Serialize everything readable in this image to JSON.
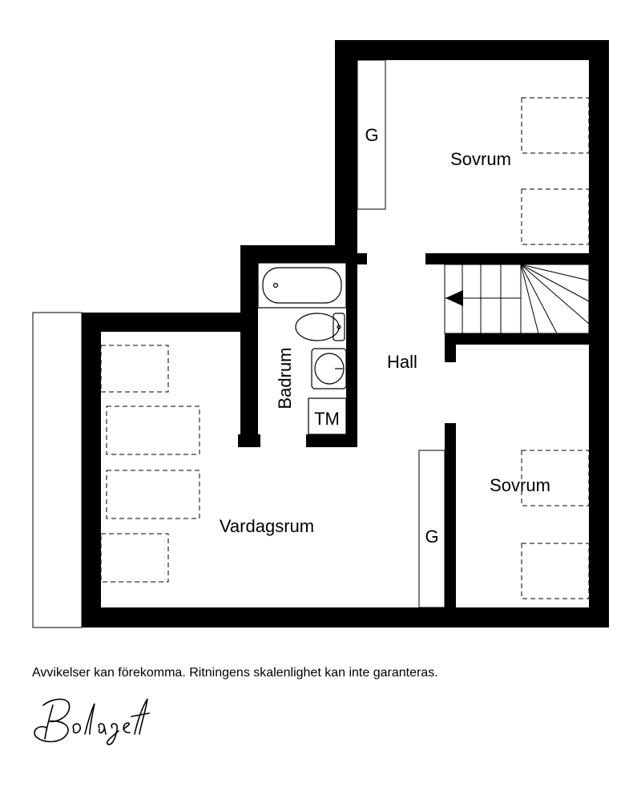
{
  "rooms": {
    "sovrum_top": "Sovrum",
    "sovrum_bottom": "Sovrum",
    "hall": "Hall",
    "badrum": "Badrum",
    "vardagsrum": "Vardagsrum",
    "tm": "TM",
    "closet_top": "G",
    "closet_bottom": "G"
  },
  "disclaimer": "Avvikelser kan förekomma. Ritningens skalenlighet kan inte garanteras.",
  "logo_text": "Bolaget",
  "colors": {
    "wall": "#000000",
    "background": "#ffffff"
  }
}
